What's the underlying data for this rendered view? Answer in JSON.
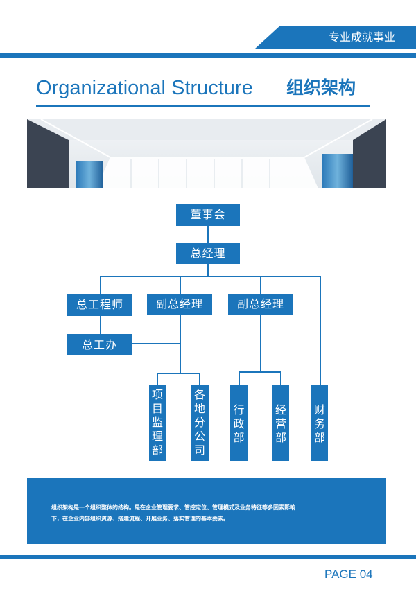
{
  "header": {
    "tab_label": "专业成就事业"
  },
  "title": {
    "english": "Organizational Structure",
    "chinese": "组织架构"
  },
  "org": {
    "board": "董事会",
    "gm": "总经理",
    "chief_engineer": "总工程师",
    "deputy_gm_1": "副总经理",
    "deputy_gm_2": "副总经理",
    "chief_office": "总工办",
    "departments": [
      [
        "项",
        "目",
        "监",
        "理",
        "部"
      ],
      [
        "各",
        "地",
        "分",
        "公",
        "司"
      ],
      [
        "行",
        "政",
        "部"
      ],
      [
        "经",
        "营",
        "部"
      ],
      [
        "财",
        "务",
        "部"
      ]
    ]
  },
  "description": {
    "line1": "组织架构是一个组织整体的结构。是在企业管理要求、管控定位、管理模式及业务特征等多因素影响",
    "line2": "下，在企业内部组织资源、搭建流程、开展业务、落实管理的基本要素。"
  },
  "footer": {
    "page": "PAGE 04"
  },
  "colors": {
    "accent": "#1b75bb"
  }
}
